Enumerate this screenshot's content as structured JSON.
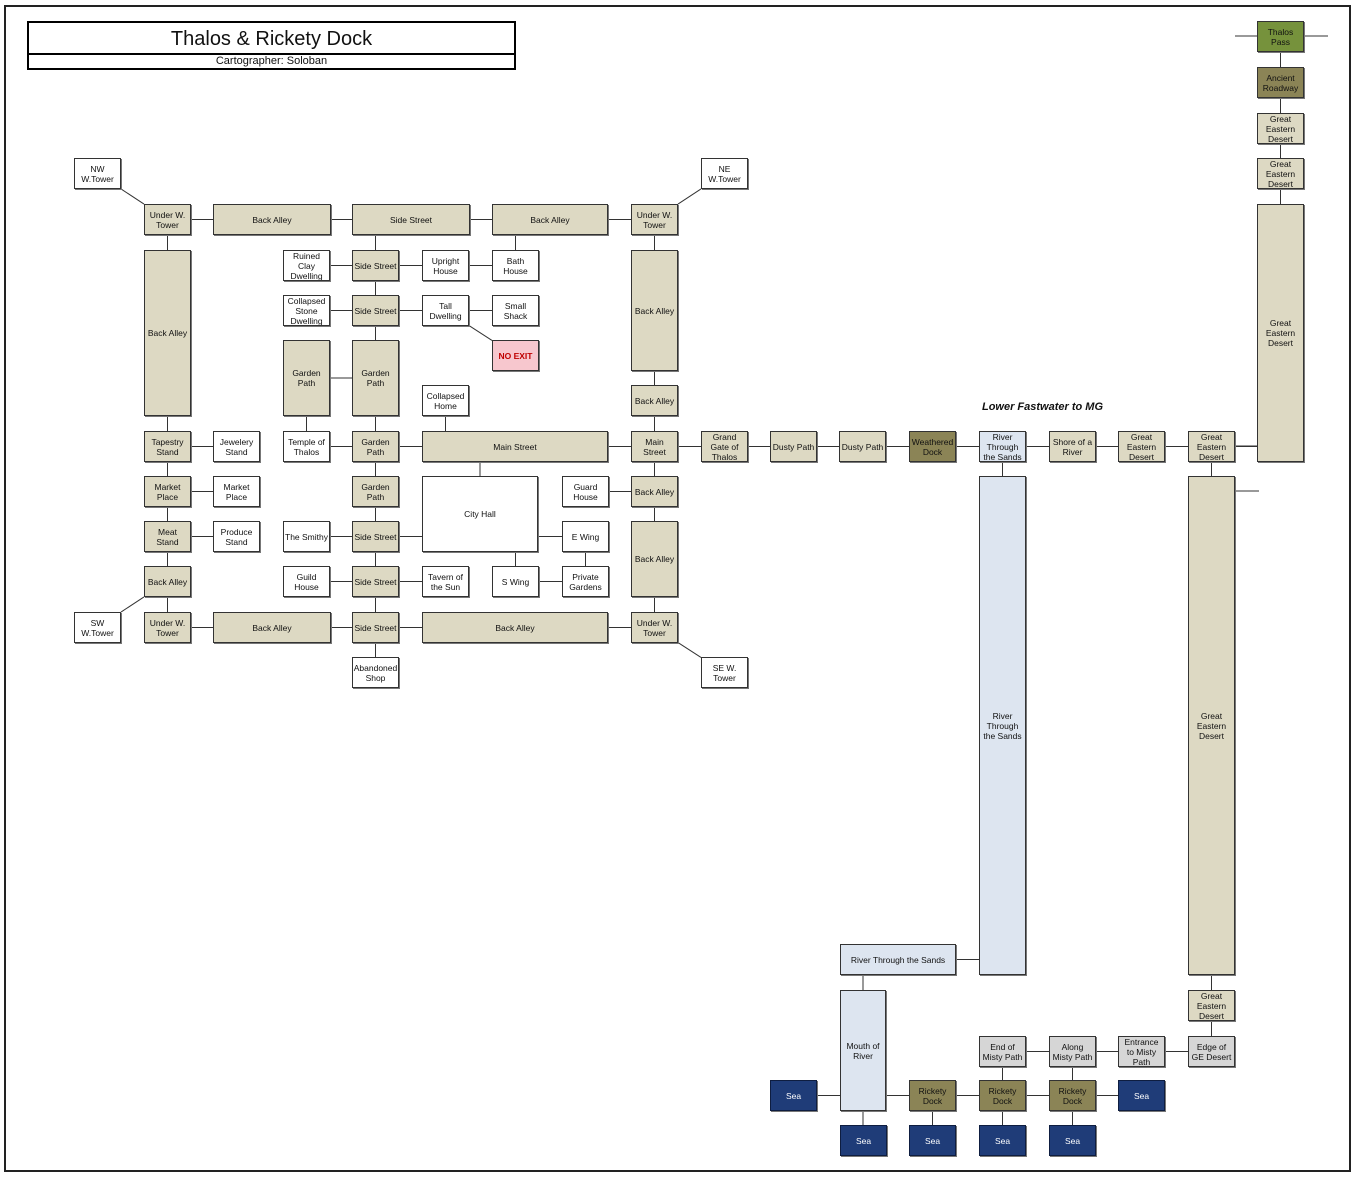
{
  "map": {
    "title": "Thalos & Rickety Dock",
    "cartographer": "Cartographer: Soloban",
    "area_label": "Lower Fastwater to MG",
    "room_types": {
      "white": "#ffffff",
      "tan": "#ddd9c3",
      "dock": "#8b8456",
      "river": "#dde5f0",
      "sea": "#1f3c78",
      "noexit": "#f7c7ce",
      "pass": "#76923c",
      "grey": "#d6d6d6"
    },
    "rooms": [
      {
        "id": "nw-tower",
        "label": "NW W.Tower",
        "type": "white"
      },
      {
        "id": "ne-tower",
        "label": "NE W.Tower",
        "type": "white"
      },
      {
        "id": "uwt-nw",
        "label": "Under W. Tower",
        "type": "tan"
      },
      {
        "id": "ba-n1",
        "label": "Back Alley",
        "type": "tan"
      },
      {
        "id": "ss-n",
        "label": "Side Street",
        "type": "tan"
      },
      {
        "id": "ba-n2",
        "label": "Back Alley",
        "type": "tan"
      },
      {
        "id": "uwt-ne",
        "label": "Under W. Tower",
        "type": "tan"
      },
      {
        "id": "ruined-clay",
        "label": "Ruined Clay Dwelling",
        "type": "white"
      },
      {
        "id": "ss-2",
        "label": "Side Street",
        "type": "tan"
      },
      {
        "id": "upright",
        "label": "Upright House",
        "type": "white"
      },
      {
        "id": "bath",
        "label": "Bath House",
        "type": "white"
      },
      {
        "id": "collapsed-stone",
        "label": "Collapsed Stone Dwelling",
        "type": "white"
      },
      {
        "id": "ss-3",
        "label": "Side Street",
        "type": "tan"
      },
      {
        "id": "tall",
        "label": "Tall Dwelling",
        "type": "white"
      },
      {
        "id": "small-shack",
        "label": "Small Shack",
        "type": "white"
      },
      {
        "id": "no-exit",
        "label": "NO EXIT",
        "type": "noexit"
      },
      {
        "id": "ba-w",
        "label": "Back Alley",
        "type": "tan"
      },
      {
        "id": "ba-e1",
        "label": "Back Alley",
        "type": "tan"
      },
      {
        "id": "gp-1",
        "label": "Garden Path",
        "type": "tan"
      },
      {
        "id": "gp-2",
        "label": "Garden Path",
        "type": "tan"
      },
      {
        "id": "collapsed-home",
        "label": "Collapsed Home",
        "type": "white"
      },
      {
        "id": "ba-e2",
        "label": "Back Alley",
        "type": "tan"
      },
      {
        "id": "tapestry",
        "label": "Tapestry Stand",
        "type": "tan"
      },
      {
        "id": "jewelery",
        "label": "Jewelery Stand",
        "type": "white"
      },
      {
        "id": "temple",
        "label": "Temple of Thalos",
        "type": "white"
      },
      {
        "id": "gp-3",
        "label": "Garden Path",
        "type": "tan"
      },
      {
        "id": "main-w",
        "label": "Main Street",
        "type": "tan"
      },
      {
        "id": "main-e",
        "label": "Main Street",
        "type": "tan"
      },
      {
        "id": "grand-gate",
        "label": "Grand Gate of Thalos",
        "type": "tan"
      },
      {
        "id": "dusty-1",
        "label": "Dusty Path",
        "type": "tan"
      },
      {
        "id": "dusty-2",
        "label": "Dusty Path",
        "type": "tan"
      },
      {
        "id": "weathered",
        "label": "Weathered Dock",
        "type": "dock"
      },
      {
        "id": "river-top",
        "label": "River Through the Sands",
        "type": "river"
      },
      {
        "id": "shore",
        "label": "Shore of a River",
        "type": "tan"
      },
      {
        "id": "ged-1",
        "label": "Great Eastern Desert",
        "type": "tan"
      },
      {
        "id": "ged-2",
        "label": "Great Eastern Desert",
        "type": "tan"
      },
      {
        "id": "market-1",
        "label": "Market Place",
        "type": "tan"
      },
      {
        "id": "market-2",
        "label": "Market Place",
        "type": "white"
      },
      {
        "id": "gp-4",
        "label": "Garden Path",
        "type": "tan"
      },
      {
        "id": "city-hall",
        "label": "City Hall",
        "type": "white"
      },
      {
        "id": "guard",
        "label": "Guard House",
        "type": "white"
      },
      {
        "id": "ba-e3",
        "label": "Back Alley",
        "type": "tan"
      },
      {
        "id": "meat",
        "label": "Meat Stand",
        "type": "tan"
      },
      {
        "id": "produce",
        "label": "Produce Stand",
        "type": "white"
      },
      {
        "id": "smithy",
        "label": "The Smithy",
        "type": "white"
      },
      {
        "id": "ss-5",
        "label": "Side Street",
        "type": "tan"
      },
      {
        "id": "e-wing",
        "label": "E Wing",
        "type": "white"
      },
      {
        "id": "ba-e4",
        "label": "Back Alley",
        "type": "tan"
      },
      {
        "id": "ba-sw",
        "label": "Back Alley",
        "type": "tan"
      },
      {
        "id": "guild",
        "label": "Guild House",
        "type": "white"
      },
      {
        "id": "ss-6",
        "label": "Side Street",
        "type": "tan"
      },
      {
        "id": "tavern",
        "label": "Tavern of the Sun",
        "type": "white"
      },
      {
        "id": "s-wing",
        "label": "S Wing",
        "type": "white"
      },
      {
        "id": "private",
        "label": "Private Gardens",
        "type": "white"
      },
      {
        "id": "sw-tower",
        "label": "SW W.Tower",
        "type": "white"
      },
      {
        "id": "uwt-sw",
        "label": "Under W. Tower",
        "type": "tan"
      },
      {
        "id": "ba-s1",
        "label": "Back Alley",
        "type": "tan"
      },
      {
        "id": "ss-s",
        "label": "Side Street",
        "type": "tan"
      },
      {
        "id": "ba-s2",
        "label": "Back Alley",
        "type": "tan"
      },
      {
        "id": "uwt-se",
        "label": "Under W. Tower",
        "type": "tan"
      },
      {
        "id": "abandoned",
        "label": "Abandoned Shop",
        "type": "white"
      },
      {
        "id": "se-tower",
        "label": "SE W. Tower",
        "type": "white"
      },
      {
        "id": "thalos-pass",
        "label": "Thalos Pass",
        "type": "pass"
      },
      {
        "id": "ancient-road",
        "label": "Ancient Roadway",
        "type": "dock"
      },
      {
        "id": "ged-n1",
        "label": "Great Eastern Desert",
        "type": "tan"
      },
      {
        "id": "ged-n2",
        "label": "Great Eastern Desert",
        "type": "tan"
      },
      {
        "id": "ged-big",
        "label": "Great Eastern Desert",
        "type": "tan"
      },
      {
        "id": "river-long",
        "label": "River Through the Sands",
        "type": "river"
      },
      {
        "id": "ged-long",
        "label": "Great Eastern Desert",
        "type": "tan"
      },
      {
        "id": "river-wide",
        "label": "River Through the Sands",
        "type": "river"
      },
      {
        "id": "ged-s",
        "label": "Great Eastern Desert",
        "type": "tan"
      },
      {
        "id": "mouth",
        "label": "Mouth of River",
        "type": "river"
      },
      {
        "id": "misty-end",
        "label": "End of Misty Path",
        "type": "grey"
      },
      {
        "id": "misty-along",
        "label": "Along Misty Path",
        "type": "grey"
      },
      {
        "id": "misty-entrance",
        "label": "Entrance to Misty Path",
        "type": "grey"
      },
      {
        "id": "edge-ge",
        "label": "Edge of GE Desert",
        "type": "grey"
      },
      {
        "id": "sea-w",
        "label": "Sea",
        "type": "sea"
      },
      {
        "id": "rickety-1",
        "label": "Rickety Dock",
        "type": "dock"
      },
      {
        "id": "rickety-2",
        "label": "Rickety Dock",
        "type": "dock"
      },
      {
        "id": "rickety-3",
        "label": "Rickety Dock",
        "type": "dock"
      },
      {
        "id": "sea-e",
        "label": "Sea",
        "type": "sea"
      },
      {
        "id": "sea-1",
        "label": "Sea",
        "type": "sea"
      },
      {
        "id": "sea-2",
        "label": "Sea",
        "type": "sea"
      },
      {
        "id": "sea-3",
        "label": "Sea",
        "type": "sea"
      },
      {
        "id": "sea-4",
        "label": "Sea",
        "type": "sea"
      }
    ],
    "connections": [
      [
        "nw-tower",
        "uwt-nw"
      ],
      [
        "uwt-nw",
        "ba-n1"
      ],
      [
        "ba-n1",
        "ss-n"
      ],
      [
        "ss-n",
        "ba-n2"
      ],
      [
        "ba-n2",
        "uwt-ne"
      ],
      [
        "uwt-ne",
        "ne-tower"
      ],
      [
        "ba-n2",
        "bath"
      ],
      [
        "ss-n",
        "ss-2"
      ],
      [
        "ss-2",
        "ruined-clay"
      ],
      [
        "ss-2",
        "upright"
      ],
      [
        "upright",
        "bath"
      ],
      [
        "ss-2",
        "ss-3"
      ],
      [
        "ss-3",
        "collapsed-stone"
      ],
      [
        "ss-3",
        "tall"
      ],
      [
        "tall",
        "small-shack"
      ],
      [
        "tall",
        "no-exit"
      ],
      [
        "ss-3",
        "gp-2"
      ],
      [
        "gp-1",
        "gp-2"
      ],
      [
        "gp-1",
        "temple"
      ],
      [
        "gp-2",
        "gp-3"
      ],
      [
        "temple",
        "gp-3"
      ],
      [
        "gp-3",
        "main-w"
      ],
      [
        "collapsed-home",
        "main-w"
      ],
      [
        "main-w",
        "main-e"
      ],
      [
        "main-e",
        "grand-gate"
      ],
      [
        "grand-gate",
        "dusty-1"
      ],
      [
        "dusty-1",
        "dusty-2"
      ],
      [
        "dusty-2",
        "weathered"
      ],
      [
        "weathered",
        "river-top"
      ],
      [
        "river-top",
        "shore"
      ],
      [
        "shore",
        "ged-1"
      ],
      [
        "ged-1",
        "ged-2"
      ],
      [
        "ged-2",
        "ged-big"
      ],
      [
        "uwt-nw",
        "ba-w"
      ],
      [
        "ba-w",
        "tapestry"
      ],
      [
        "tapestry",
        "jewelery"
      ],
      [
        "tapestry",
        "market-1"
      ],
      [
        "market-1",
        "market-2"
      ],
      [
        "market-1",
        "meat"
      ],
      [
        "meat",
        "produce"
      ],
      [
        "meat",
        "ba-sw"
      ],
      [
        "ba-sw",
        "uwt-sw"
      ],
      [
        "ba-sw",
        "sw-tower"
      ],
      [
        "uwt-ne",
        "ba-e1"
      ],
      [
        "ba-e1",
        "ba-e2"
      ],
      [
        "ba-e2",
        "main-e"
      ],
      [
        "main-e",
        "ba-e3"
      ],
      [
        "guard",
        "ba-e3"
      ],
      [
        "ba-e3",
        "ba-e4"
      ],
      [
        "ba-e4",
        "uwt-se"
      ],
      [
        "gp-3",
        "gp-4"
      ],
      [
        "gp-4",
        "ss-5"
      ],
      [
        "smithy",
        "ss-5"
      ],
      [
        "ss-5",
        "city-hall"
      ],
      [
        "city-hall",
        "e-wing"
      ],
      [
        "city-hall",
        "s-wing"
      ],
      [
        "main-w",
        "city-hall"
      ],
      [
        "e-wing",
        "private"
      ],
      [
        "s-wing",
        "private"
      ],
      [
        "ss-5",
        "ss-6"
      ],
      [
        "guild",
        "ss-6"
      ],
      [
        "ss-6",
        "tavern"
      ],
      [
        "ss-6",
        "ss-s"
      ],
      [
        "uwt-sw",
        "ba-s1"
      ],
      [
        "ba-s1",
        "ss-s"
      ],
      [
        "ss-s",
        "ba-s2"
      ],
      [
        "ba-s2",
        "uwt-se"
      ],
      [
        "uwt-se",
        "se-tower"
      ],
      [
        "ss-s",
        "abandoned"
      ],
      [
        "thalos-pass",
        "ancient-road"
      ],
      [
        "ancient-road",
        "ged-n1"
      ],
      [
        "ged-n1",
        "ged-n2"
      ],
      [
        "ged-n2",
        "ged-big"
      ],
      [
        "river-top",
        "river-long"
      ],
      [
        "ged-2",
        "ged-long"
      ],
      [
        "river-long",
        "river-wide"
      ],
      [
        "river-wide",
        "mouth"
      ],
      [
        "ged-long",
        "ged-s"
      ],
      [
        "ged-s",
        "edge-ge"
      ],
      [
        "edge-ge",
        "misty-entrance"
      ],
      [
        "misty-entrance",
        "misty-along"
      ],
      [
        "misty-along",
        "misty-end"
      ],
      [
        "misty-end",
        "rickety-2"
      ],
      [
        "misty-along",
        "rickety-3"
      ],
      [
        "sea-w",
        "mouth"
      ],
      [
        "mouth",
        "rickety-1"
      ],
      [
        "rickety-1",
        "rickety-2"
      ],
      [
        "rickety-2",
        "rickety-3"
      ],
      [
        "rickety-3",
        "sea-e"
      ],
      [
        "mouth",
        "sea-1"
      ],
      [
        "rickety-1",
        "sea-2"
      ],
      [
        "rickety-2",
        "sea-3"
      ],
      [
        "rickety-3",
        "sea-4"
      ]
    ]
  }
}
